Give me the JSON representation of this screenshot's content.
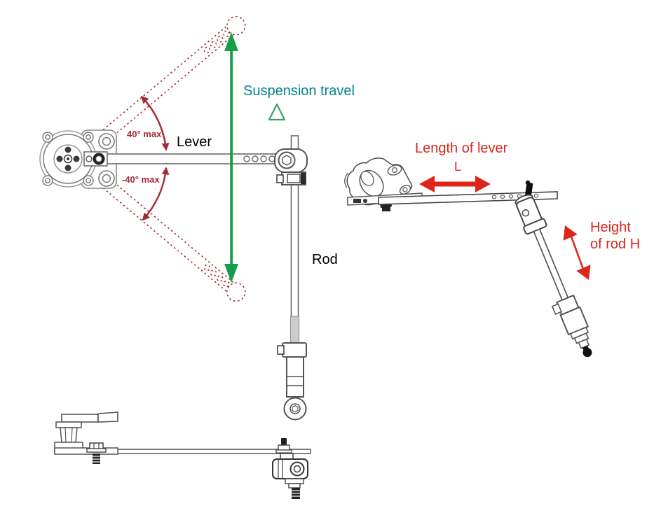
{
  "figure": {
    "description": "Suspension height sensor installation diagram showing lever rotation range, suspension travel, lever length and rod height"
  },
  "labels": {
    "suspension_travel": "Suspension travel",
    "lever": "Lever",
    "rod": "Rod",
    "angle_up_max": "40° max",
    "angle_down_max": "-40° max",
    "length_of_lever": "Length of lever",
    "length_symbol": "L",
    "height_of_rod": [
      "Height",
      "of rod H"
    ]
  },
  "colors": {
    "suspension_travel_text": "#00828C",
    "travel_arrow_green": "#189E4B",
    "delta_triangle_green": "#34A169",
    "dimension_red": "#DD251C",
    "angle_dark_red": "#A42B35",
    "line_art_dark": "#4A4A4A",
    "line_art_gray": "#878787"
  }
}
